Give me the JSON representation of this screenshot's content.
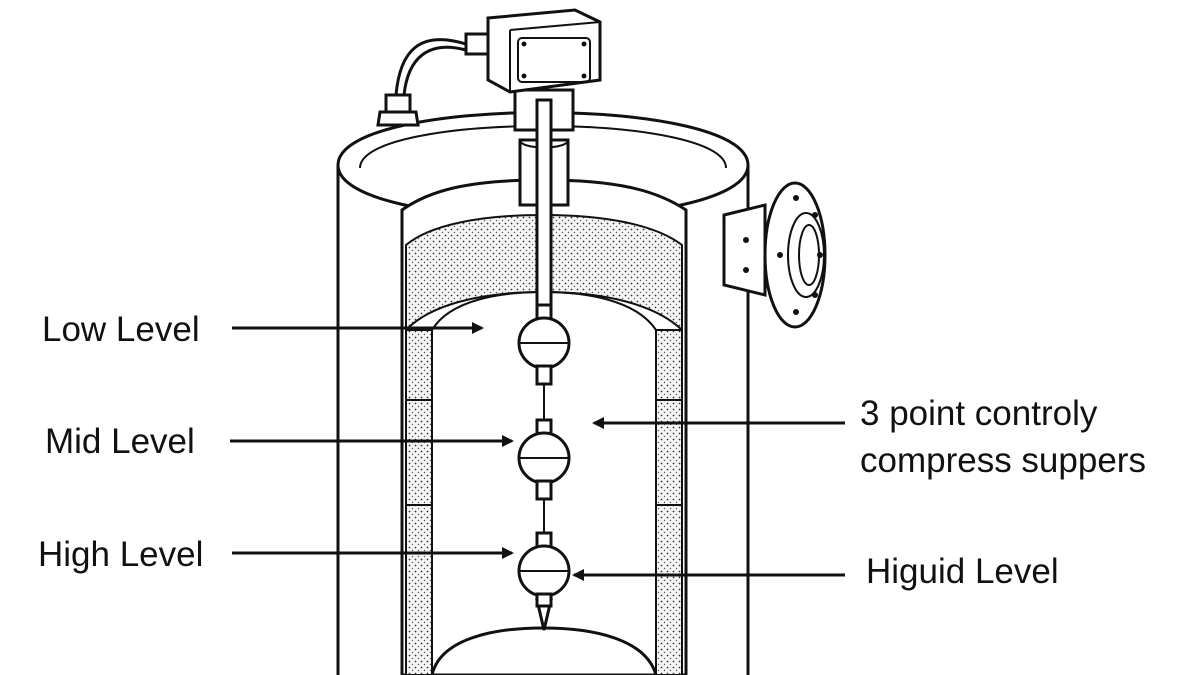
{
  "labels": {
    "low_level": "Low Level",
    "mid_level": "Mid Level",
    "high_level": "High Level",
    "compress_line1": "3 point controly",
    "compress_line2": "compress suppers",
    "liquid_level": "Higuid Level"
  },
  "colors": {
    "ink": "#111111",
    "background": "#ffffff",
    "foam": "#f4f4f4"
  },
  "icons": {
    "switch_box": "junction-box-icon",
    "flange": "flange-icon",
    "float": "float-ball-icon"
  }
}
